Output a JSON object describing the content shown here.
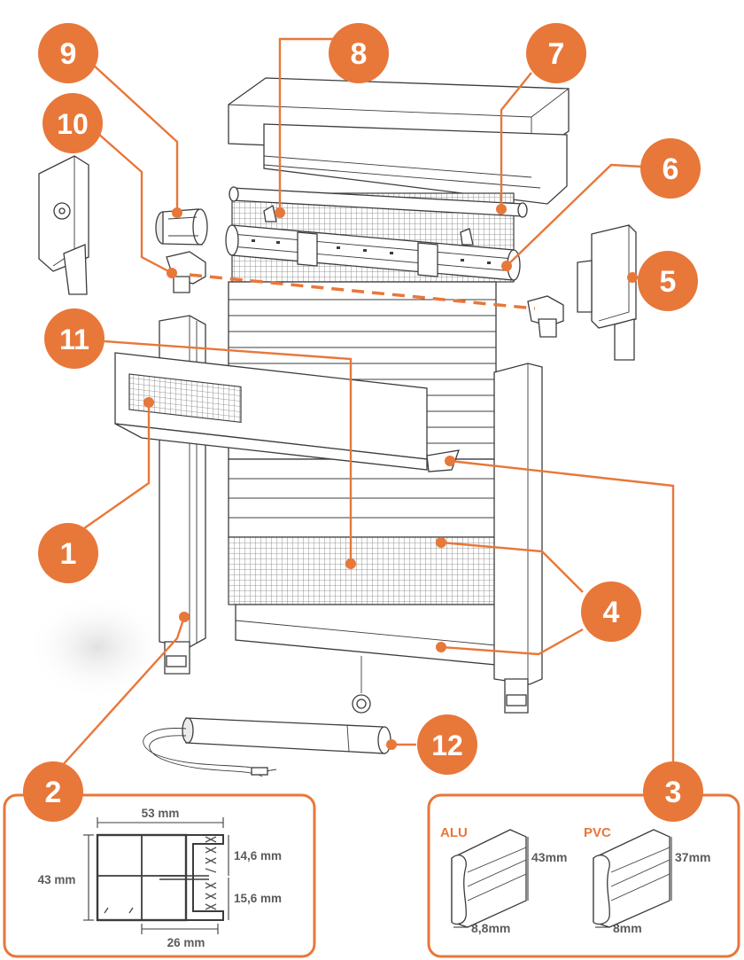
{
  "colors": {
    "accent": "#E8773A",
    "line": "#3C3C3C",
    "text_grey": "#5B5B5B"
  },
  "callouts": {
    "c1": "1",
    "c2": "2",
    "c3": "3",
    "c4": "4",
    "c5": "5",
    "c6": "6",
    "c7": "7",
    "c8": "8",
    "c9": "9",
    "c10": "10",
    "c11": "11",
    "c12": "12"
  },
  "guide_profile": {
    "width_top": "53 mm",
    "height_left": "43 mm",
    "brush_upper": "14,6 mm",
    "brush_lower": "15,6 mm",
    "width_bottom": "26 mm"
  },
  "slats": {
    "alu": {
      "label": "ALU",
      "height": "43mm",
      "thickness": "8,8mm"
    },
    "pvc": {
      "label": "PVC",
      "height": "37mm",
      "thickness": "8mm"
    }
  }
}
